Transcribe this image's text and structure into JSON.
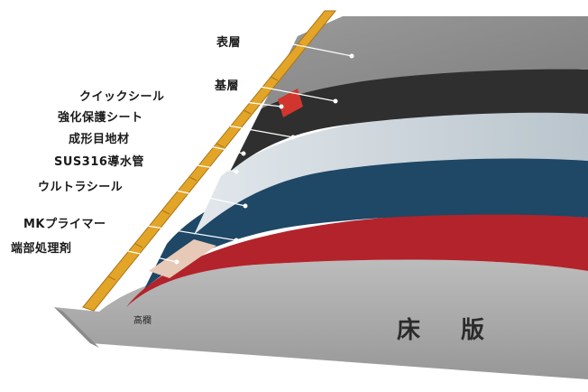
{
  "labels": {
    "surface": "表層",
    "base": "基層",
    "quick_seal": "クイックシール",
    "protect_sheet": "強化保護シート",
    "joint": "成形目地材",
    "drain_pipe": "SUS316導水管",
    "ultra_seal": "ウルトラシール",
    "primer": "MKプライマー",
    "edge_treatment": "端部処理剤",
    "small_note": "高欄",
    "slab": "床 版"
  },
  "colors": {
    "surface": "#8d8d8d",
    "base": "#2f2f2f",
    "quick_seal": "#d0362e",
    "protect_sheet": "#c9d3da",
    "ultra_seal": "#1f4766",
    "primer": "#b3232b",
    "slab": "#a9a9a9",
    "joint": "#e3a528"
  }
}
